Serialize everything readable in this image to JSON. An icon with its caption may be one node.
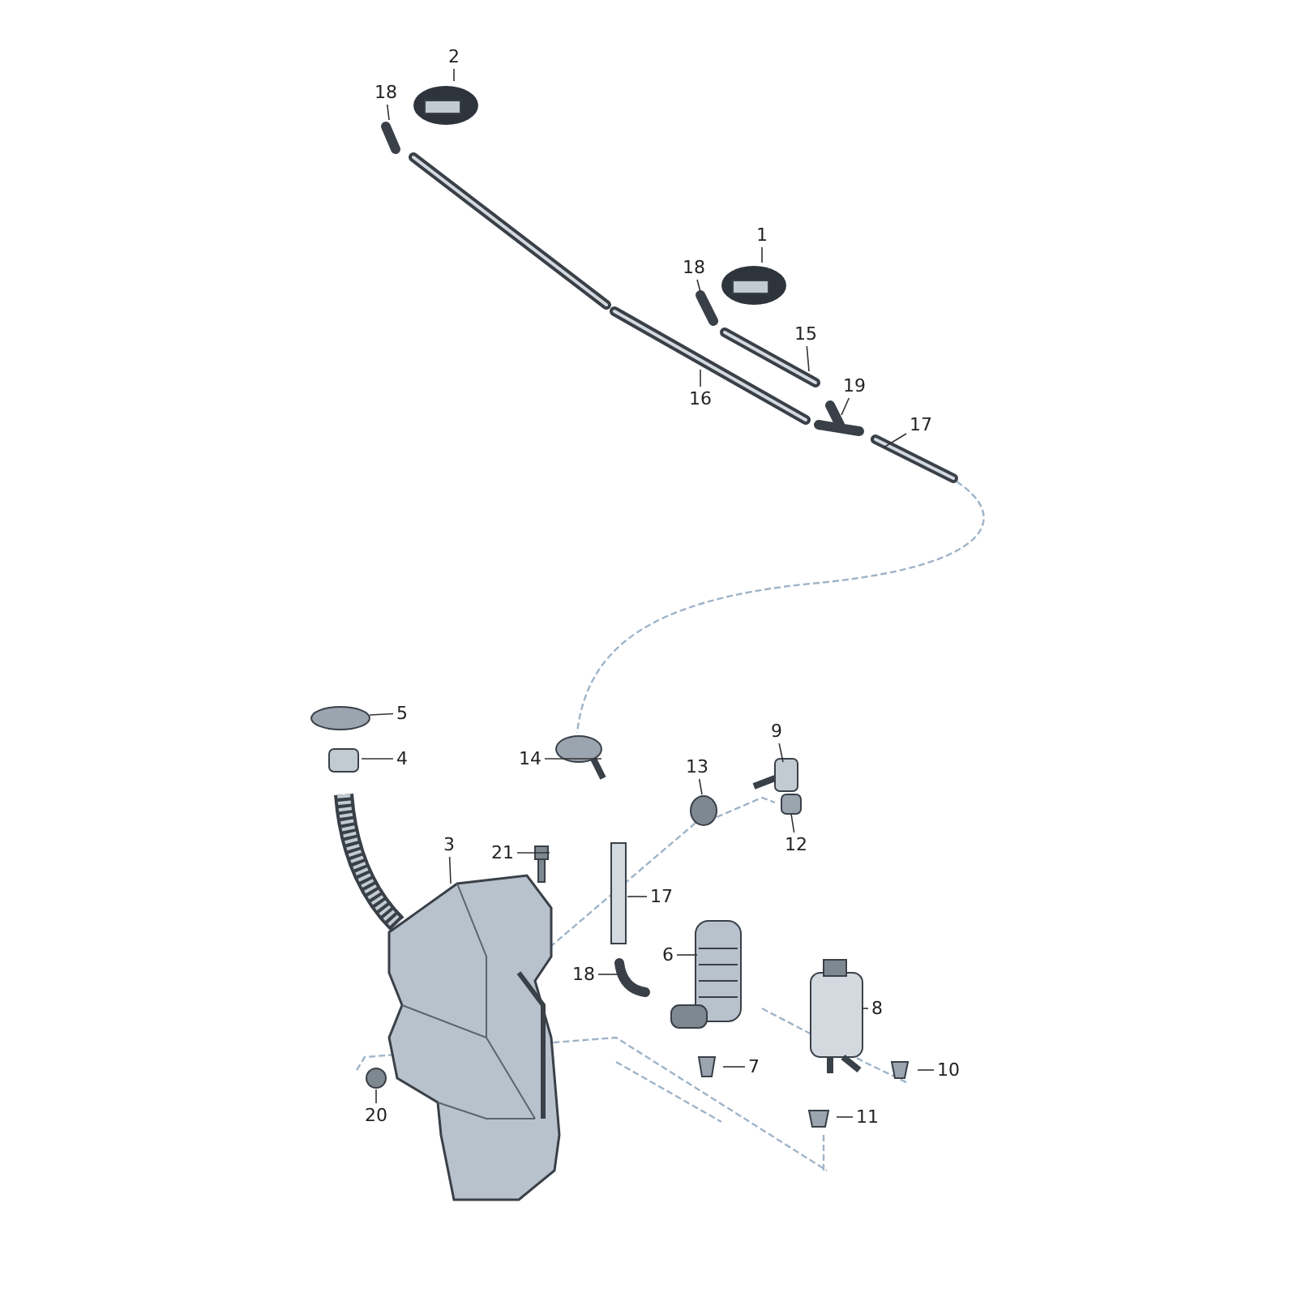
{
  "diagram": {
    "nodes": [
      {
        "text": [
          "2"
        ]
      },
      {
        "text": [
          "18"
        ]
      },
      {
        "text": [
          "1"
        ]
      },
      {
        "text": [
          "18"
        ]
      },
      {
        "text": [
          "15"
        ]
      },
      {
        "text": [
          "16"
        ]
      },
      {
        "text": [
          "19"
        ]
      },
      {
        "text": [
          "17"
        ]
      },
      {
        "text": [
          "5"
        ]
      },
      {
        "text": [
          "4"
        ]
      },
      {
        "text": [
          "14"
        ]
      },
      {
        "text": [
          "13"
        ]
      },
      {
        "text": [
          "9"
        ]
      },
      {
        "text": [
          "12"
        ]
      },
      {
        "text": [
          "3"
        ]
      },
      {
        "text": [
          "21"
        ]
      },
      {
        "text": [
          "17"
        ]
      },
      {
        "text": [
          "6"
        ]
      },
      {
        "text": [
          "18"
        ]
      },
      {
        "text": [
          "7"
        ]
      },
      {
        "text": [
          "8"
        ]
      },
      {
        "text": [
          "10"
        ]
      },
      {
        "text": [
          "11"
        ]
      },
      {
        "text": [
          "20"
        ]
      }
    ],
    "edges": [
      {
        "from": 0,
        "to": null,
        "arrow": "none"
      },
      {
        "from": 1,
        "to": null,
        "arrow": "none"
      },
      {
        "from": 2,
        "to": null,
        "arrow": "none"
      },
      {
        "from": 3,
        "to": null,
        "arrow": "none"
      },
      {
        "from": 4,
        "to": null,
        "arrow": "none"
      },
      {
        "from": 5,
        "to": null,
        "arrow": "none"
      },
      {
        "from": 6,
        "to": null,
        "arrow": "none"
      },
      {
        "from": 7,
        "to": null,
        "arrow": "none"
      },
      {
        "from": 8,
        "to": null,
        "arrow": "none"
      },
      {
        "from": 9,
        "to": null,
        "arrow": "none"
      },
      {
        "from": 10,
        "to": null,
        "arrow": "none"
      },
      {
        "from": 11,
        "to": null,
        "arrow": "none"
      },
      {
        "from": 12,
        "to": null,
        "arrow": "none"
      },
      {
        "from": 13,
        "to": null,
        "arrow": "none"
      },
      {
        "from": 14,
        "to": null,
        "arrow": "none"
      },
      {
        "from": 15,
        "to": null,
        "arrow": "none"
      },
      {
        "from": 16,
        "to": null,
        "arrow": "none"
      },
      {
        "from": 17,
        "to": null,
        "arrow": "none"
      },
      {
        "from": 18,
        "to": null,
        "arrow": "none"
      },
      {
        "from": 19,
        "to": null,
        "arrow": "none"
      },
      {
        "from": 20,
        "to": null,
        "arrow": "none"
      },
      {
        "from": 21,
        "to": null,
        "arrow": "none"
      },
      {
        "from": 22,
        "to": null,
        "arrow": "none"
      },
      {
        "from": 23,
        "to": null,
        "arrow": "none"
      }
    ]
  }
}
